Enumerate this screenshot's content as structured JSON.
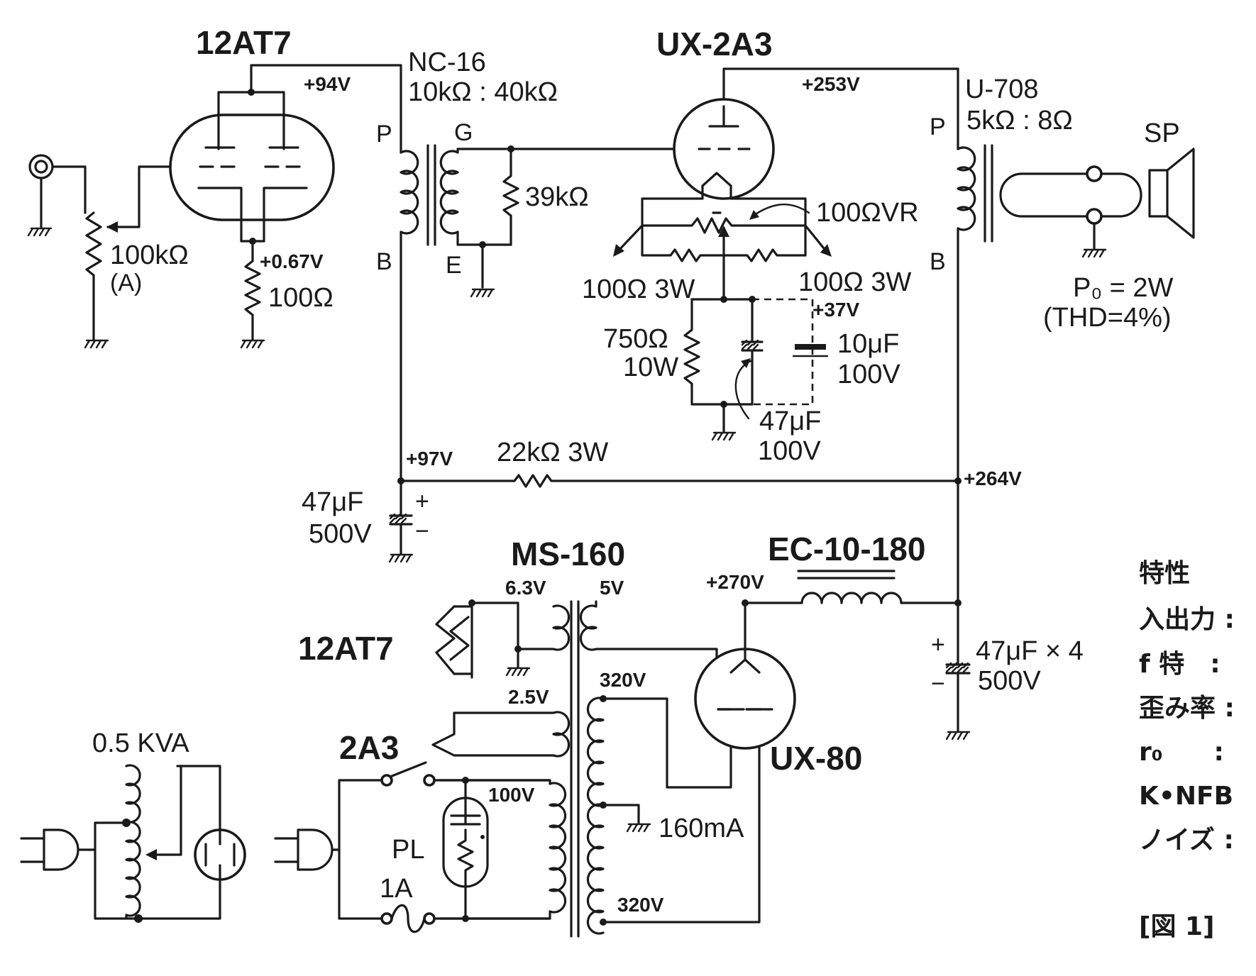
{
  "tubes": {
    "input": "12AT7",
    "output": "UX-2A3",
    "rectifier": "UX-80"
  },
  "input_stage": {
    "volume_pot": "100kΩ",
    "volume_taper": "(A)",
    "cathode_resistor": "100Ω",
    "cathode_voltage": "+0.67V",
    "plate_voltage": "+94V"
  },
  "interstage_transformer": {
    "model": "NC-16",
    "ratio": "10kΩ : 40kΩ",
    "pin_p": "P",
    "pin_b": "B",
    "pin_g": "G",
    "pin_e": "E",
    "grid_resistor": "39kΩ"
  },
  "output_stage": {
    "plate_voltage": "+253V",
    "hum_balance": "100ΩVR",
    "balance_res_left": "100Ω 3W",
    "balance_res_right": "100Ω 3W",
    "cathode_voltage": "+37V",
    "cathode_resistor": "750Ω",
    "cathode_resistor_power": "10W",
    "bypass_cap": "10μF",
    "bypass_cap_voltage": "100V",
    "bypass_cap2": "47μF",
    "bypass_cap2_voltage": "100V"
  },
  "output_transformer": {
    "model": "U-708",
    "ratio": "5kΩ : 8Ω",
    "pin_p": "P",
    "pin_b": "B",
    "speaker": "SP",
    "power_output": "P₀ = 2W",
    "thd": "(THD=4%)"
  },
  "decoupling": {
    "voltage": "+97V",
    "resistor": "22kΩ 3W",
    "cap": "47μF",
    "cap_voltage": "500V",
    "plus": "+",
    "minus": "−",
    "bplus": "+264V"
  },
  "power_supply": {
    "transformer": "MS-160",
    "heater_a": "6.3V",
    "heater_b": "2.5V",
    "rect_heater": "5V",
    "heater_a_tube": "12AT7",
    "heater_b_tube": "2A3",
    "hv_top": "320V",
    "hv_bottom": "320V",
    "current": "160mA",
    "primary": "100V",
    "pilot": "PL",
    "fuse": "1A",
    "choke": "EC-10-180",
    "rect_out": "+270V",
    "filter_cap": "47μF × 4",
    "filter_cap_voltage": "500V",
    "plus": "+",
    "minus": "−",
    "variac": "0.5 KVA"
  },
  "specs": {
    "heading": "特性",
    "rows": [
      "入出力 :",
      "f 特　:",
      "歪み率 :",
      "r₀　　:",
      "K•NFB",
      "ノイズ :"
    ],
    "figure": "[図 1]"
  }
}
